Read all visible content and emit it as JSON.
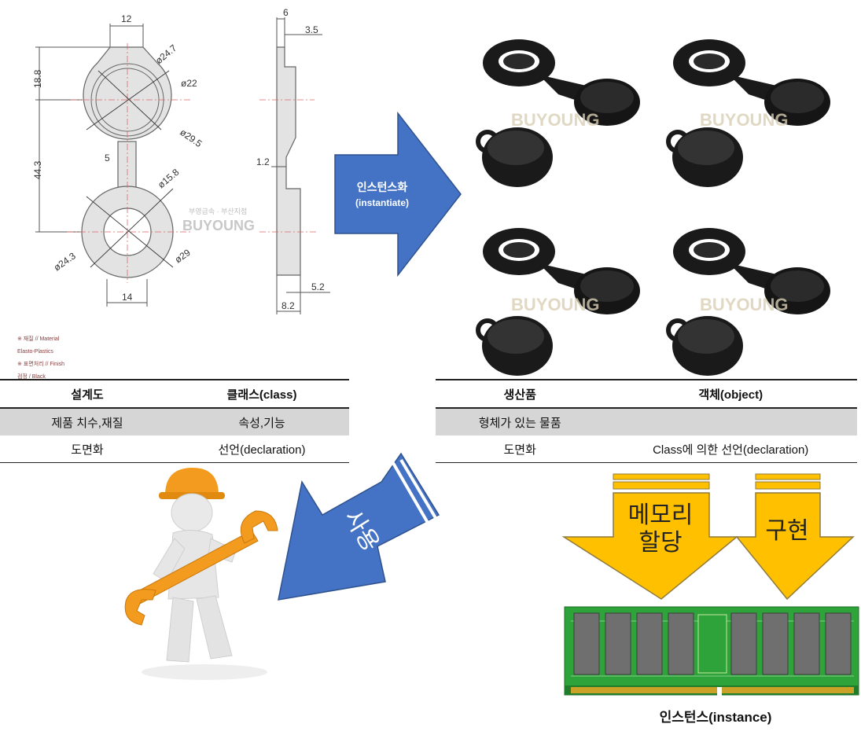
{
  "drawing": {
    "dims": {
      "top_width": "12",
      "d_outer_top": "ø24.7",
      "d_inner_top": "ø22",
      "d_mid": "ø29.5",
      "h_top": "18.8",
      "h_main": "44.3",
      "neck": "5",
      "d_ring_outer": "ø15.8",
      "d_ring_low": "ø24.3",
      "d_ring_right": "ø29",
      "bottom_width": "14",
      "side_top": "6",
      "side_step": "3.5",
      "side_thin": "1.2",
      "side_b1": "5.2",
      "side_b2": "8.2"
    },
    "watermark_ko": "부영금속 · 부산지점",
    "watermark_en": "BUYOUNG",
    "material": [
      "※ 재질 // Material",
      "Elasto-Plastics",
      "※ 표면처리 // Finish",
      "검정 / Black"
    ]
  },
  "arrow_instantiate": {
    "line1": "인스턴스화",
    "line2": "(instantiate)"
  },
  "photos": {
    "watermark": "BUYOUNG"
  },
  "left_table": {
    "headers": [
      "설계도",
      "클래스(class)"
    ],
    "rows": [
      [
        "제품 치수,재질",
        "속성,기능"
      ],
      [
        "도면화",
        "선언(declaration)"
      ]
    ]
  },
  "right_table": {
    "headers": [
      "생산품",
      "객체(object)"
    ],
    "rows": [
      [
        "형체가 있는 물품",
        ""
      ],
      [
        "도면화",
        "Class에 의한 선언(declaration)"
      ]
    ]
  },
  "arrow_use": {
    "label": "사용"
  },
  "arrow_memory": {
    "line1": "메모리",
    "line2": "할당"
  },
  "arrow_impl": {
    "label": "구현"
  },
  "ram_caption": "인스턴스(instance)",
  "colors": {
    "blue_arrow": "#4472C4",
    "yellow_arrow": "#FFC000",
    "ram_green": "#2ea33a",
    "helmet": "#f39b1e"
  }
}
